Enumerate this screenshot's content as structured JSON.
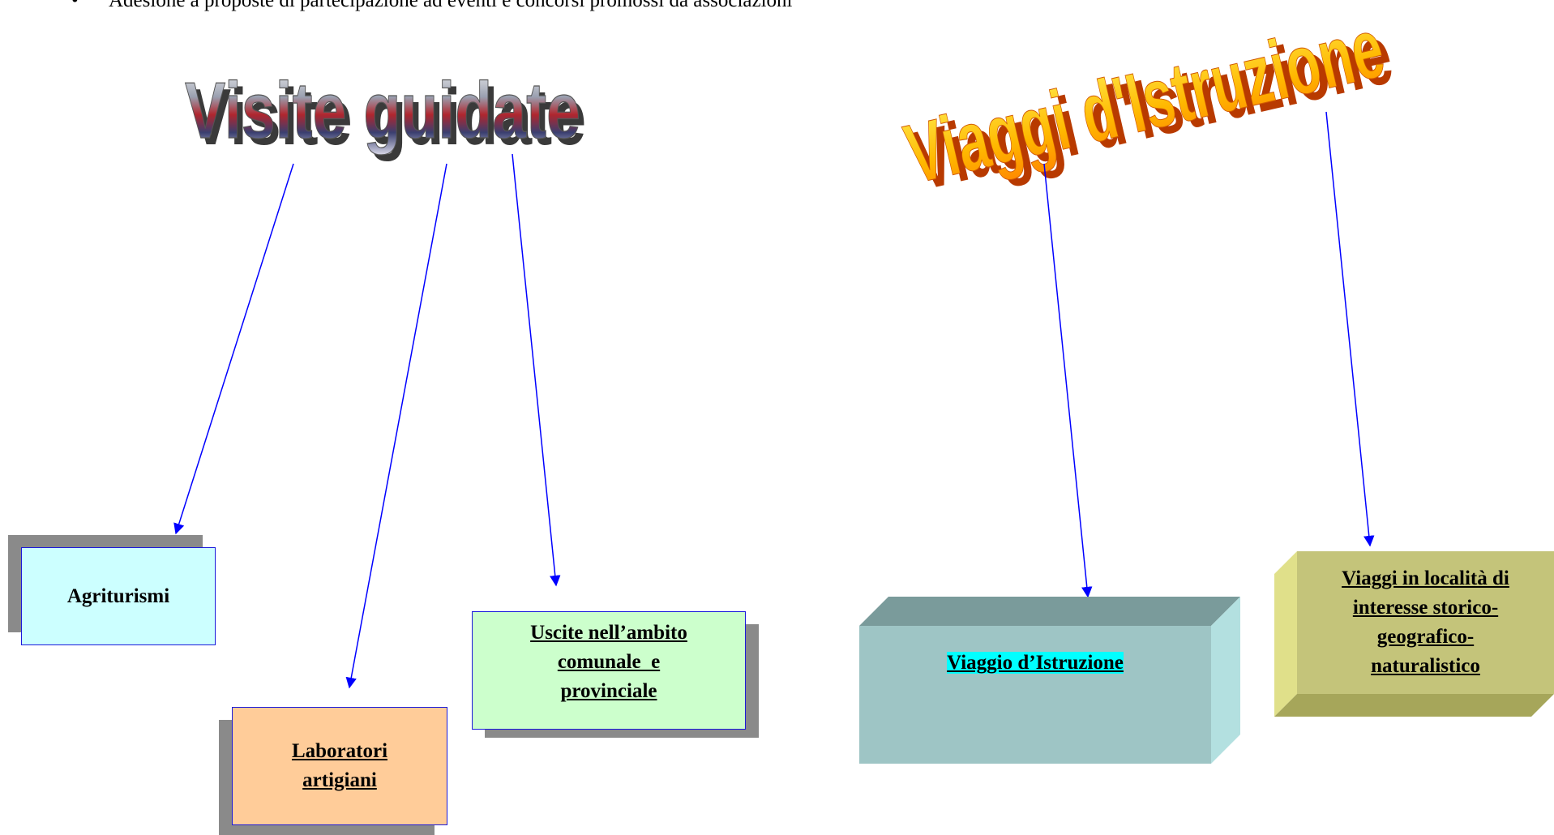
{
  "bullet_text": "Adesione a proposte di partecipazione ad eventi e concorsi promossi da associazioni",
  "titles": {
    "visite": "Visite guidate",
    "viaggi": "Viaggi d'Istruzione"
  },
  "boxes": {
    "agriturismi": "Agriturismi",
    "laboratori": [
      "Laboratori",
      "artigiani"
    ],
    "uscite": [
      "Uscite nell’ambito",
      "comunale  e",
      "provinciale"
    ],
    "viaggio_istruzione": "Viaggio d’Istruzione",
    "viaggi_localita": [
      "Viaggi in località di",
      "interesse storico-",
      "geografico-",
      "naturalistico"
    ]
  },
  "colors": {
    "agriturismi_fill": "#ccffff",
    "laboratori_fill": "#ffcc99",
    "uscite_fill": "#ccffcc",
    "viaggio_front": "#9ec5c5",
    "viaggio_top": "#7a9b9b",
    "viaggio_side": "#b3e0e0",
    "localita_front": "#c4c47a",
    "localita_top": "#a6a65a",
    "localita_side": "#e0e08a",
    "highlight": "#00ffff",
    "arrow": "#0000ff",
    "box_border": "#1a1adb"
  }
}
